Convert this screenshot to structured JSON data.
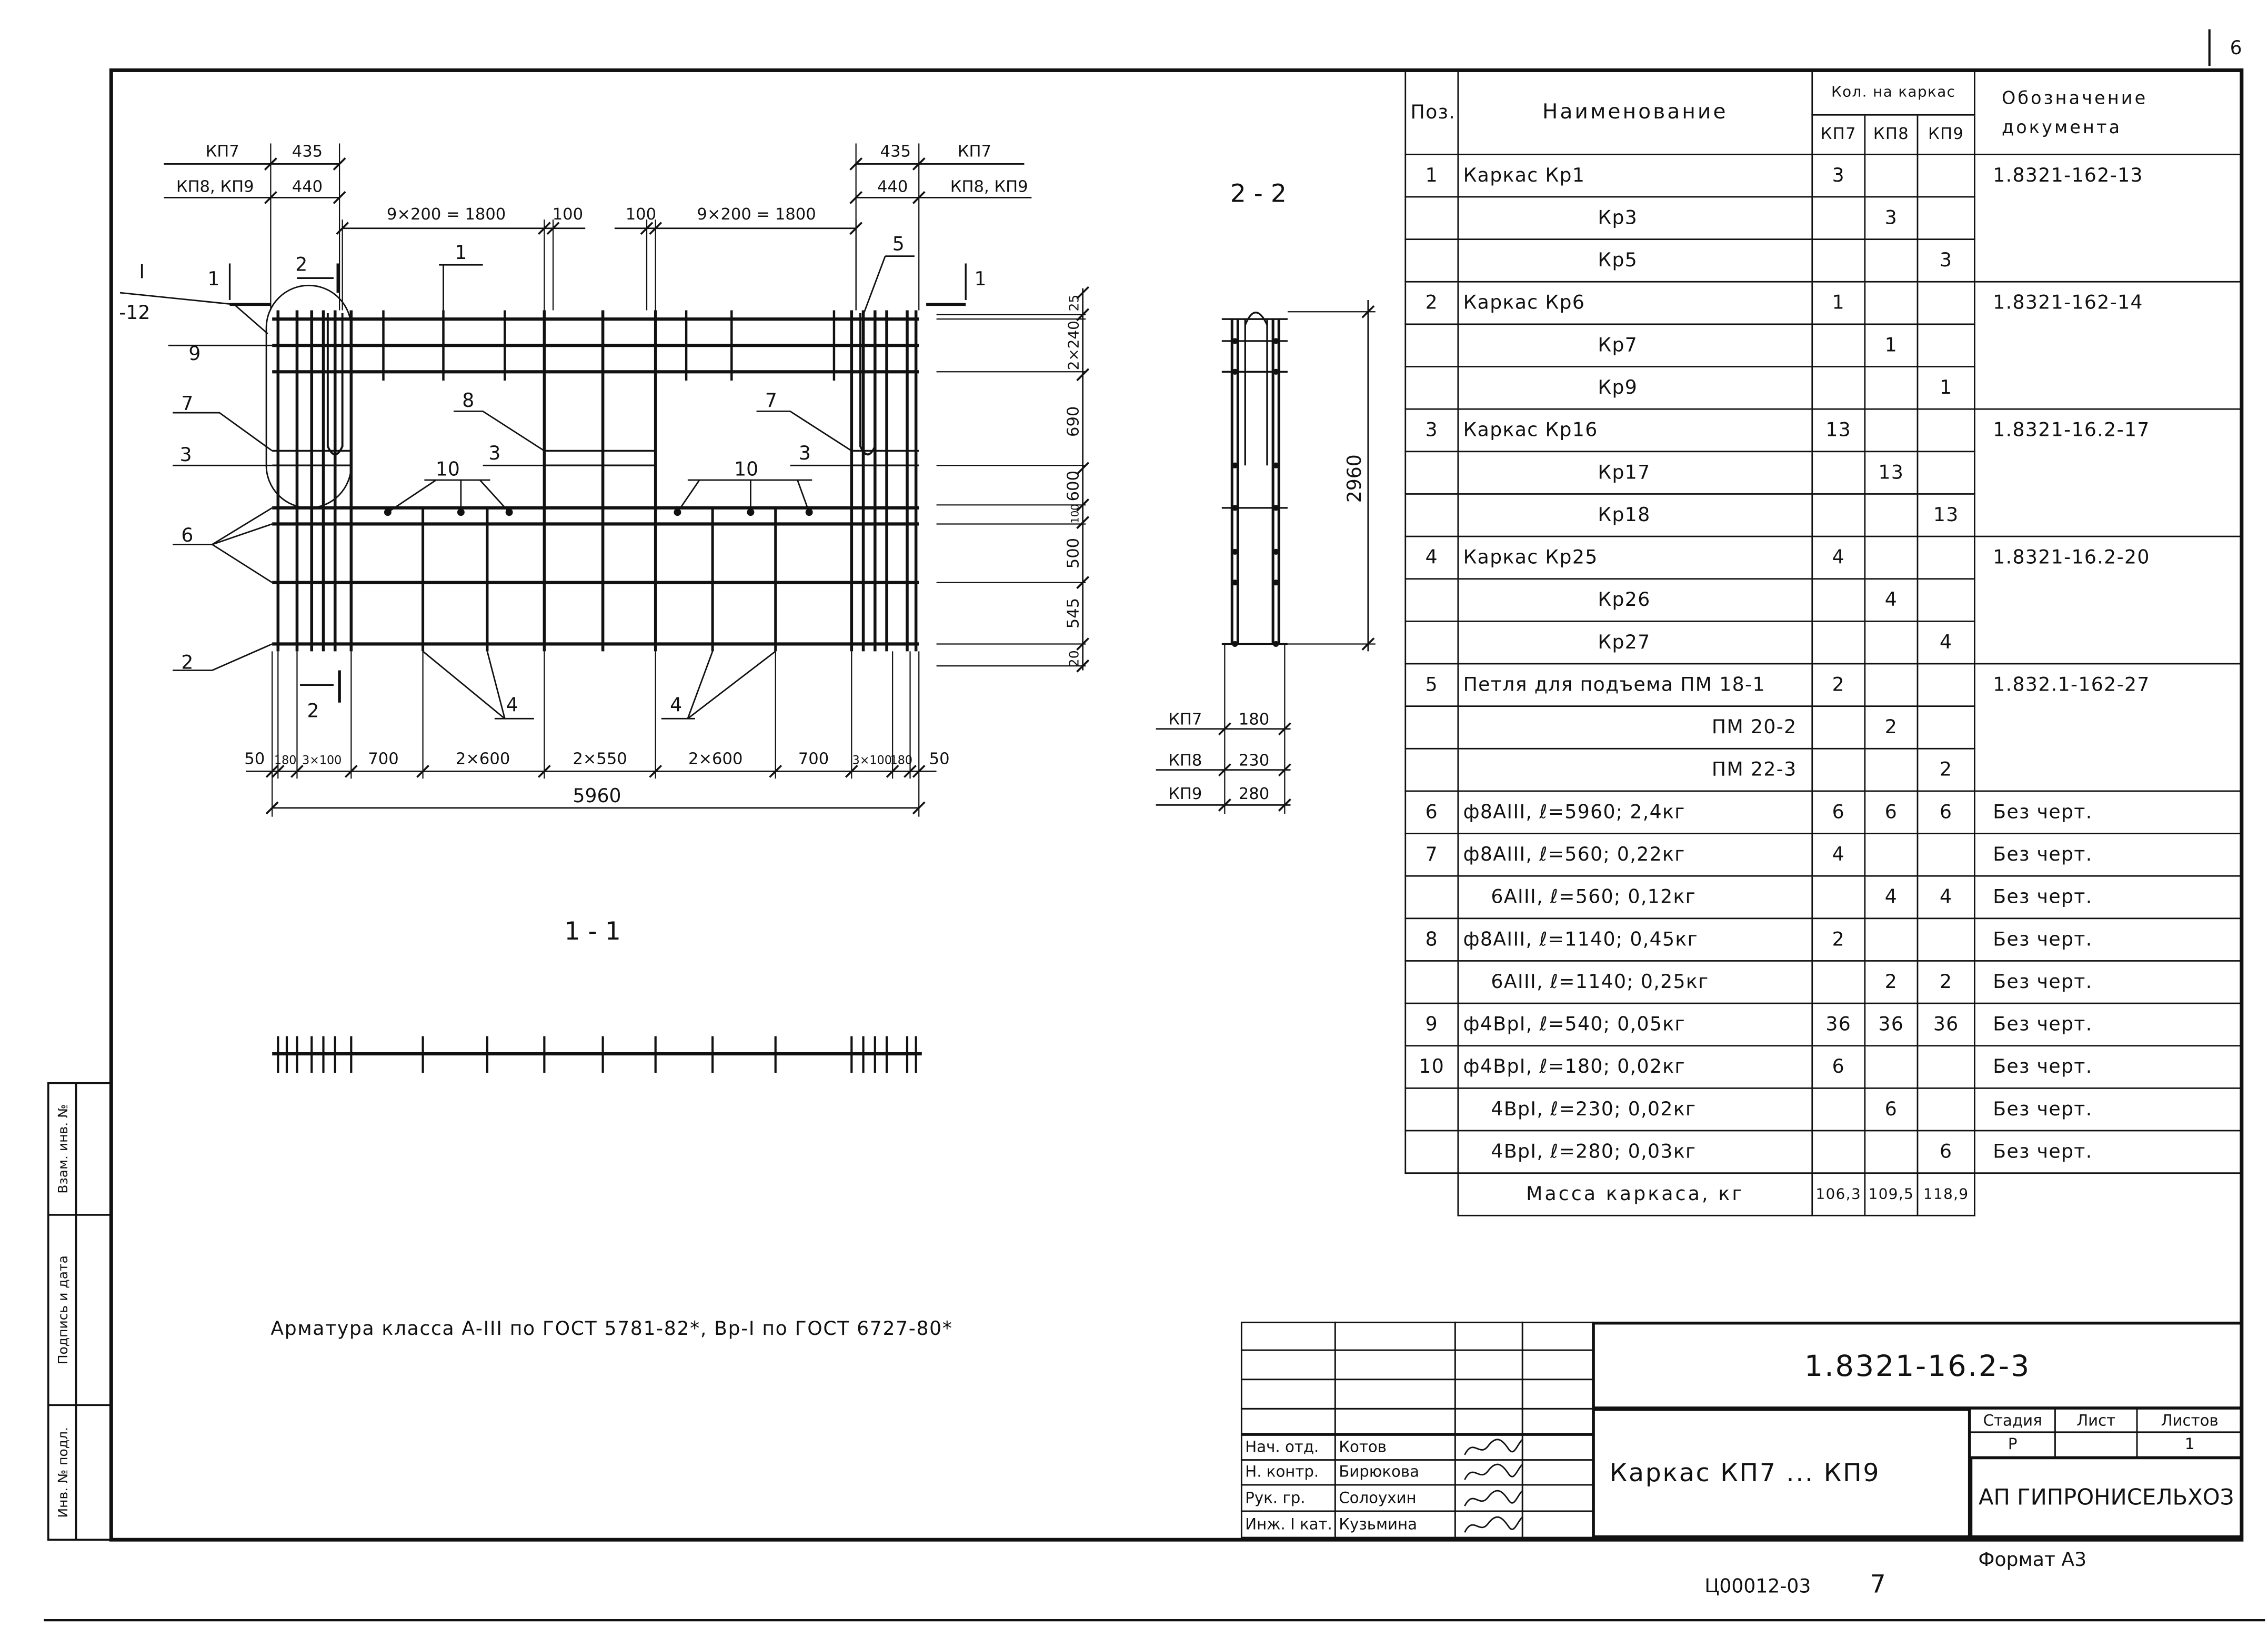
{
  "page_number": "6",
  "drawing": {
    "top_dims": {
      "kp7_label": "КП7",
      "kp89_label": "КП8, КП9",
      "end_435": "435",
      "end_440": "440",
      "spacing_left": "9×200 = 1800",
      "gap_left": "100",
      "gap_right": "100",
      "spacing_right": "9×200 = 1800"
    },
    "callouts": [
      "1",
      "5",
      "9",
      "7",
      "3",
      "8",
      "3",
      "10",
      "7",
      "3",
      "10",
      "6",
      "2",
      "4",
      "4"
    ],
    "detail": {
      "mark": "I",
      "sheet": "-12"
    },
    "cut_marks": {
      "section_1": "1",
      "section_2": "2"
    },
    "bottom_dims": [
      "50",
      "180",
      "3×100",
      "700",
      "2×600",
      "2×550",
      "2×600",
      "700",
      "3×100",
      "180",
      "50"
    ],
    "overall_length": "5960",
    "right_dims": [
      "25",
      "2×240",
      "690",
      "600",
      "100",
      "500",
      "545",
      "20"
    ]
  },
  "section_2_2": {
    "title": "2 - 2",
    "height": "2960",
    "widths": [
      {
        "label": "КП7",
        "value": "180"
      },
      {
        "label": "КП8",
        "value": "230"
      },
      {
        "label": "КП9",
        "value": "280"
      }
    ]
  },
  "section_1_1": {
    "title": "1 - 1"
  },
  "note": "Арматура класса А-III по ГОСТ 5781-82*, Вр-I по ГОСТ 6727-80*",
  "spec_table": {
    "headers": {
      "pos": "Поз.",
      "name": "Наименование",
      "qty": "Кол. на каркас",
      "kp7": "КП7",
      "kp8": "КП8",
      "kp9": "КП9",
      "doc": "Обозначение документа"
    },
    "rows": [
      {
        "pos": "1",
        "name": "Каркас Кр1",
        "kp7": "3",
        "kp8": "",
        "kp9": "",
        "doc": "1.8321-162-13"
      },
      {
        "pos": "",
        "name": "Кр3",
        "kp7": "",
        "kp8": "3",
        "kp9": "",
        "doc": ""
      },
      {
        "pos": "",
        "name": "Кр5",
        "kp7": "",
        "kp8": "",
        "kp9": "3",
        "doc": ""
      },
      {
        "pos": "2",
        "name": "Каркас Кр6",
        "kp7": "1",
        "kp8": "",
        "kp9": "",
        "doc": "1.8321-162-14"
      },
      {
        "pos": "",
        "name": "Кр7",
        "kp7": "",
        "kp8": "1",
        "kp9": "",
        "doc": ""
      },
      {
        "pos": "",
        "name": "Кр9",
        "kp7": "",
        "kp8": "",
        "kp9": "1",
        "doc": ""
      },
      {
        "pos": "3",
        "name": "Каркас Кр16",
        "kp7": "13",
        "kp8": "",
        "kp9": "",
        "doc": "1.8321-16.2-17"
      },
      {
        "pos": "",
        "name": "Кр17",
        "kp7": "",
        "kp8": "13",
        "kp9": "",
        "doc": ""
      },
      {
        "pos": "",
        "name": "Кр18",
        "kp7": "",
        "kp8": "",
        "kp9": "13",
        "doc": ""
      },
      {
        "pos": "4",
        "name": "Каркас Кр25",
        "kp7": "4",
        "kp8": "",
        "kp9": "",
        "doc": "1.8321-16.2-20"
      },
      {
        "pos": "",
        "name": "Кр26",
        "kp7": "",
        "kp8": "4",
        "kp9": "",
        "doc": ""
      },
      {
        "pos": "",
        "name": "Кр27",
        "kp7": "",
        "kp8": "",
        "kp9": "4",
        "doc": ""
      },
      {
        "pos": "5",
        "name": "Петля для подъема ПМ 18-1",
        "kp7": "2",
        "kp8": "",
        "kp9": "",
        "doc": "1.832.1-162-27"
      },
      {
        "pos": "",
        "name": "ПМ 20-2",
        "kp7": "",
        "kp8": "2",
        "kp9": "",
        "doc": ""
      },
      {
        "pos": "",
        "name": "ПМ 22-3",
        "kp7": "",
        "kp8": "",
        "kp9": "2",
        "doc": ""
      },
      {
        "pos": "6",
        "name": "ф8АIII, ℓ=5960; 2,4кг",
        "kp7": "6",
        "kp8": "6",
        "kp9": "6",
        "doc": "Без черт."
      },
      {
        "pos": "7",
        "name": "ф8АIII, ℓ=560; 0,22кг",
        "kp7": "4",
        "kp8": "",
        "kp9": "",
        "doc": "Без черт."
      },
      {
        "pos": "",
        "name": "6АIII, ℓ=560; 0,12кг",
        "kp7": "",
        "kp8": "4",
        "kp9": "4",
        "doc": "Без черт."
      },
      {
        "pos": "8",
        "name": "ф8АIII, ℓ=1140; 0,45кг",
        "kp7": "2",
        "kp8": "",
        "kp9": "",
        "doc": "Без черт."
      },
      {
        "pos": "",
        "name": "6АIII, ℓ=1140; 0,25кг",
        "kp7": "",
        "kp8": "2",
        "kp9": "2",
        "doc": "Без черт."
      },
      {
        "pos": "9",
        "name": "ф4ВрI, ℓ=540; 0,05кг",
        "kp7": "36",
        "kp8": "36",
        "kp9": "36",
        "doc": "Без черт."
      },
      {
        "pos": "10",
        "name": "ф4ВрI, ℓ=180; 0,02кг",
        "kp7": "6",
        "kp8": "",
        "kp9": "",
        "doc": "Без черт."
      },
      {
        "pos": "",
        "name": "4ВрI, ℓ=230; 0,02кг",
        "kp7": "",
        "kp8": "6",
        "kp9": "",
        "doc": "Без черт."
      },
      {
        "pos": "",
        "name": "4ВрI, ℓ=280; 0,03кг",
        "kp7": "",
        "kp8": "",
        "kp9": "6",
        "doc": "Без черт."
      }
    ],
    "mass": {
      "label": "Масса каркаса, кг",
      "kp7": "106,3",
      "kp8": "109,5",
      "kp9": "118,9"
    }
  },
  "title_block": {
    "code": "1.8321-16.2-3",
    "title": "Каркас КП7 ... КП9",
    "stage_header": "Стадия",
    "sheet_header": "Лист",
    "sheets_header": "Листов",
    "stage": "Р",
    "sheet": "",
    "sheets": "1",
    "organization": "АП ГИПРОНИСЕЛЬХОЗ",
    "people": [
      {
        "role": "Нач. отд.",
        "name": "Котов"
      },
      {
        "role": "Н. контр.",
        "name": "Бирюкова"
      },
      {
        "role": "Рук. гр.",
        "name": "Солоухин"
      },
      {
        "role": "Инж. I кат.",
        "name": "Кузьмина"
      }
    ]
  },
  "margin_stamp": [
    "Взам. инв. №",
    "Подпись и дата",
    "Инв. № подл."
  ],
  "footer": {
    "format": "Формат А3",
    "archive_code": "Ц00012-03",
    "archive_sheet": "7"
  }
}
